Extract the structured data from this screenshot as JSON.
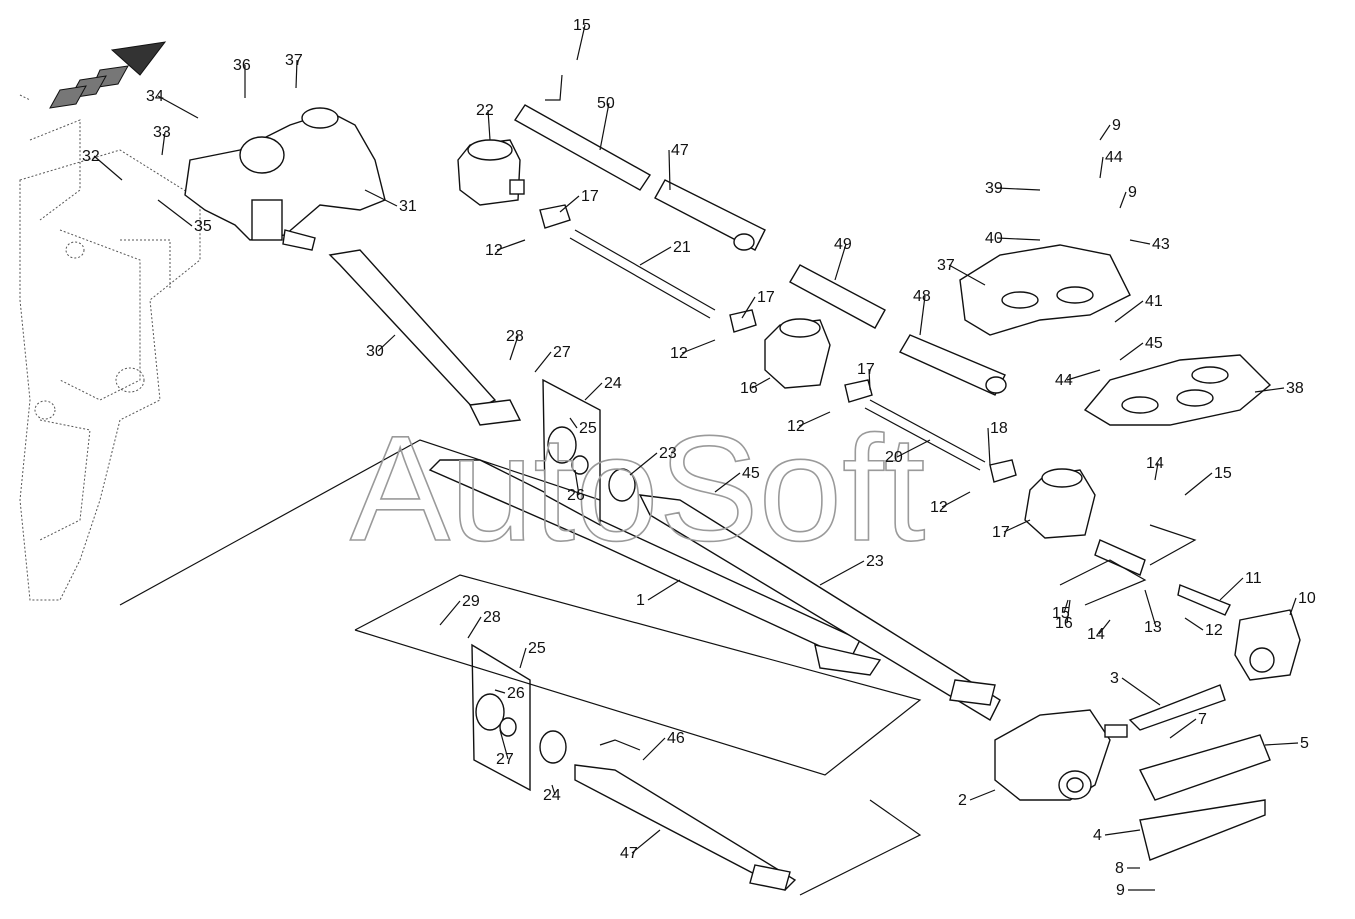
{
  "watermark": "AutoSoft",
  "callouts": [
    "1",
    "2",
    "3",
    "4",
    "5",
    "7",
    "8",
    "9",
    "9",
    "9",
    "10",
    "11",
    "12",
    "12",
    "12",
    "12",
    "12",
    "13",
    "14",
    "14",
    "15",
    "15",
    "15",
    "16",
    "16",
    "17",
    "17",
    "17",
    "17",
    "18",
    "20",
    "21",
    "22",
    "23",
    "23",
    "24",
    "24",
    "25",
    "25",
    "26",
    "26",
    "27",
    "27",
    "28",
    "28",
    "29",
    "30",
    "31",
    "32",
    "33",
    "34",
    "35",
    "36",
    "37",
    "37",
    "38",
    "39",
    "40",
    "41",
    "43",
    "44",
    "44",
    "45",
    "45",
    "46",
    "47",
    "47",
    "48",
    "49",
    "50"
  ],
  "colors": {
    "ink": "#111111",
    "watermark": "#9a9a9a",
    "background": "#ffffff"
  },
  "icons": [
    "direction-arrow-icon"
  ]
}
